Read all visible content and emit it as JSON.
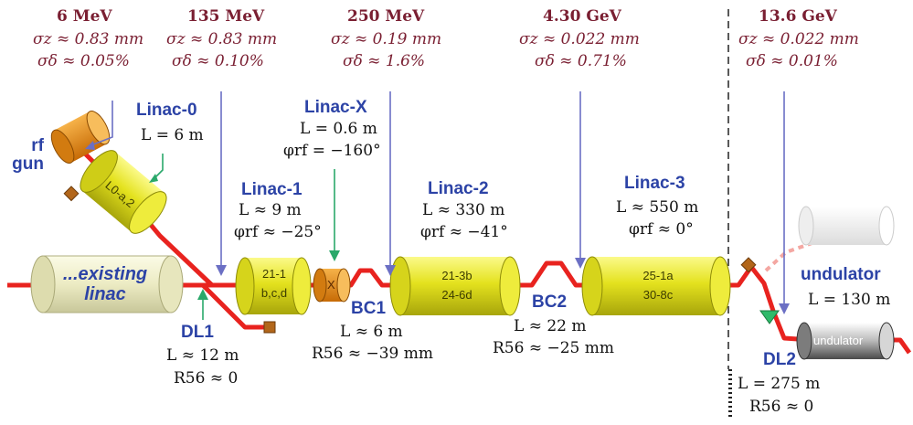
{
  "energies": [
    {
      "energy": "6 MeV",
      "sigma_z": "σz ≈ 0.83 mm",
      "sigma_d": "σδ ≈ 0.05%"
    },
    {
      "energy": "135 MeV",
      "sigma_z": "σz ≈ 0.83 mm",
      "sigma_d": "σδ ≈ 0.10%"
    },
    {
      "energy": "250 MeV",
      "sigma_z": "σz ≈ 0.19 mm",
      "sigma_d": "σδ ≈ 1.6%"
    },
    {
      "energy": "4.30 GeV",
      "sigma_z": "σz ≈ 0.022 mm",
      "sigma_d": "σδ ≈ 0.71%"
    },
    {
      "energy": "13.6 GeV",
      "sigma_z": "σz ≈ 0.022 mm",
      "sigma_d": "σδ ≈ 0.01%"
    }
  ],
  "components": {
    "rf_gun": "rf gun",
    "linac0": {
      "name": "Linac-0",
      "spec1": "L = 6 m",
      "cyl": "L0-a,2"
    },
    "linacx": {
      "name": "Linac-X",
      "spec1": "L = 0.6 m",
      "spec2": "φrf = −160°",
      "cyl": "X"
    },
    "linac1": {
      "name": "Linac-1",
      "spec1": "L ≈ 9 m",
      "spec2": "φrf ≈ −25°",
      "cyl1": "21-1",
      "cyl2": "b,c,d"
    },
    "linac2": {
      "name": "Linac-2",
      "spec1": "L ≈ 330 m",
      "spec2": "φrf ≈ −41°",
      "cyl1": "21-3b",
      "cyl2": "24-6d"
    },
    "linac3": {
      "name": "Linac-3",
      "spec1": "L ≈ 550 m",
      "spec2": "φrf ≈ 0°",
      "cyl1": "25-1a",
      "cyl2": "30-8c"
    },
    "existing": {
      "line1": "...existing",
      "line2": "linac"
    },
    "dl1": {
      "name": "DL1",
      "spec1": "L ≈ 12 m",
      "spec2": "R56 ≈ 0"
    },
    "bc1": {
      "name": "BC1",
      "spec1": "L ≈ 6 m",
      "spec2": "R56 ≈ −39 mm"
    },
    "bc2": {
      "name": "BC2",
      "spec1": "L ≈ 22 m",
      "spec2": "R56 ≈ −25 mm"
    },
    "dl2": {
      "name": "DL2",
      "spec1": "L = 275 m",
      "spec2": "R56 ≈ 0"
    },
    "undulator": {
      "name": "undulator",
      "spec1": "L = 130 m",
      "cyl": "undulator"
    }
  },
  "colors": {
    "beamline": "#e8231f",
    "cylinder": "#e2e01c",
    "energy_text": "#7a1f32",
    "label_blue": "#2c43a6",
    "arrow": "#6b6fc4",
    "green_arrow": "#2aa86a"
  }
}
